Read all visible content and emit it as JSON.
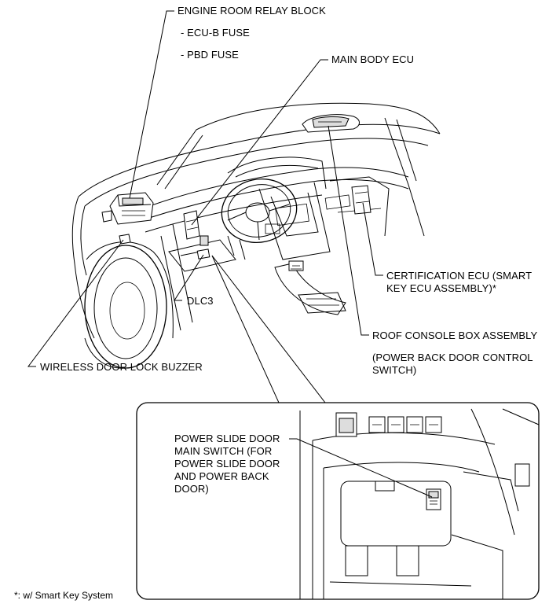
{
  "labels": {
    "engine_room_relay_block": "ENGINE ROOM RELAY BLOCK",
    "ecu_b_fuse": "- ECU-B FUSE",
    "pbd_fuse": "- PBD FUSE",
    "main_body_ecu": "MAIN BODY ECU",
    "certification_ecu": "CERTIFICATION ECU (SMART\nKEY ECU ASSEMBLY)*",
    "roof_console_box": "ROOF CONSOLE BOX ASSEMBLY",
    "power_back_door_control_switch": "(POWER BACK DOOR CONTROL\nSWITCH)",
    "dlc3": "DLC3",
    "wireless_door_lock_buzzer": "WIRELESS DOOR LOCK BUZZER",
    "power_slide_door_main_switch": "POWER SLIDE DOOR\nMAIN SWITCH (FOR\nPOWER SLIDE DOOR\nAND POWER BACK\nDOOR)"
  },
  "footnote": "*: w/ Smart Key System"
}
